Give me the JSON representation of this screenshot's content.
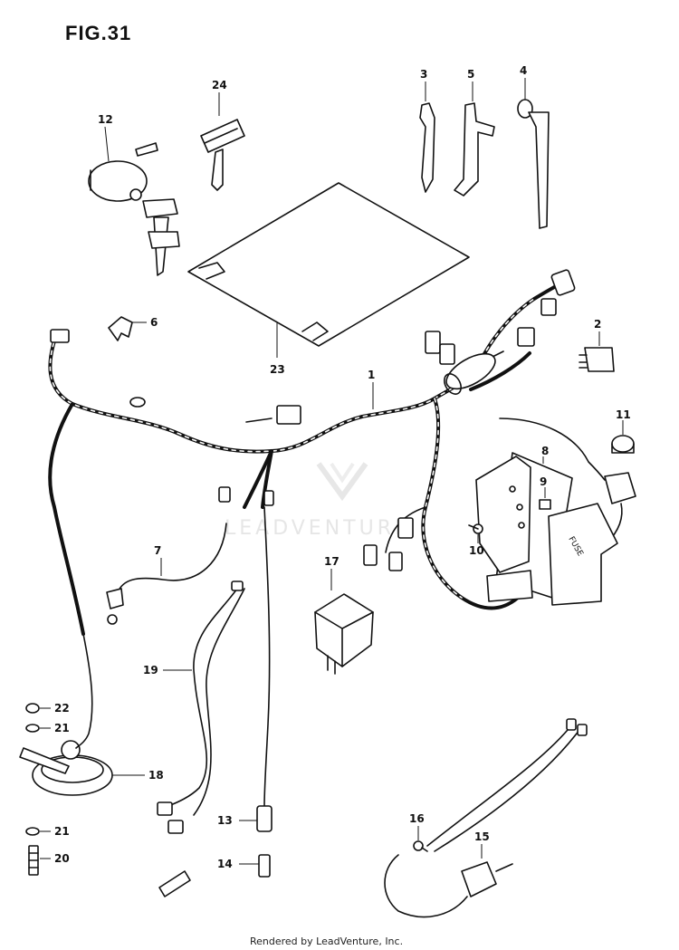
{
  "figure": {
    "title": "FIG.31"
  },
  "watermark": {
    "text": "LEADVENTURE"
  },
  "footer": {
    "text": "Rendered by LeadVenture, Inc."
  },
  "callouts": {
    "c1": "1",
    "c2": "2",
    "c3": "3",
    "c4": "4",
    "c5": "5",
    "c6": "6",
    "c7": "7",
    "c8": "8",
    "c9": "9",
    "c10": "10",
    "c11": "11",
    "c12": "12",
    "c13": "13",
    "c14": "14",
    "c15": "15",
    "c16": "16",
    "c17": "17",
    "c18": "18",
    "c19": "19",
    "c20": "20",
    "c21a": "21",
    "c21b": "21",
    "c22": "22",
    "c23": "23",
    "c24": "24"
  },
  "labels": {
    "fuse_box": "FUSE"
  }
}
